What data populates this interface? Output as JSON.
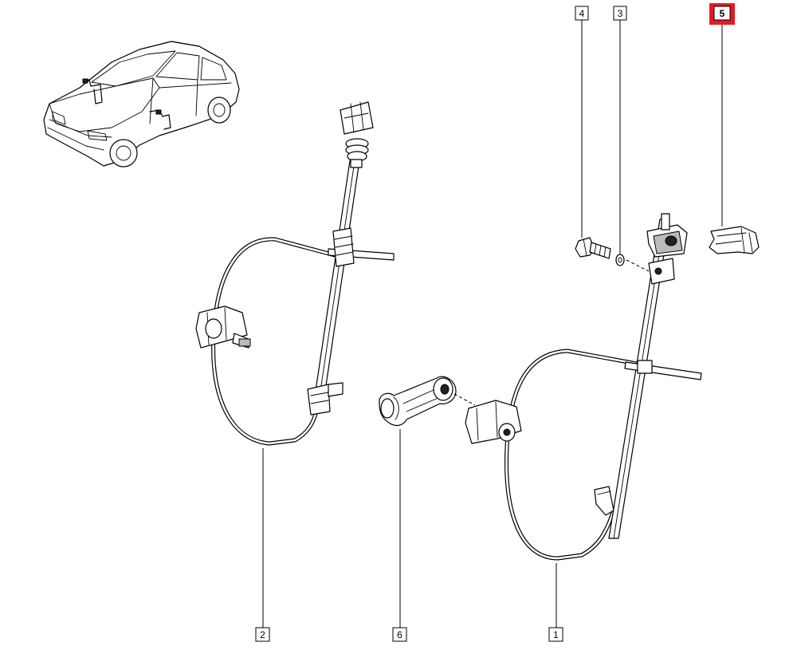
{
  "labels": {
    "p1": "1",
    "p2": "2",
    "p3": "3",
    "p4": "4",
    "p5": "5",
    "p6": "6"
  },
  "colors": {
    "highlight": "#e31b23",
    "line": "#000000",
    "background": "#ffffff"
  },
  "highlighted_label": "5"
}
